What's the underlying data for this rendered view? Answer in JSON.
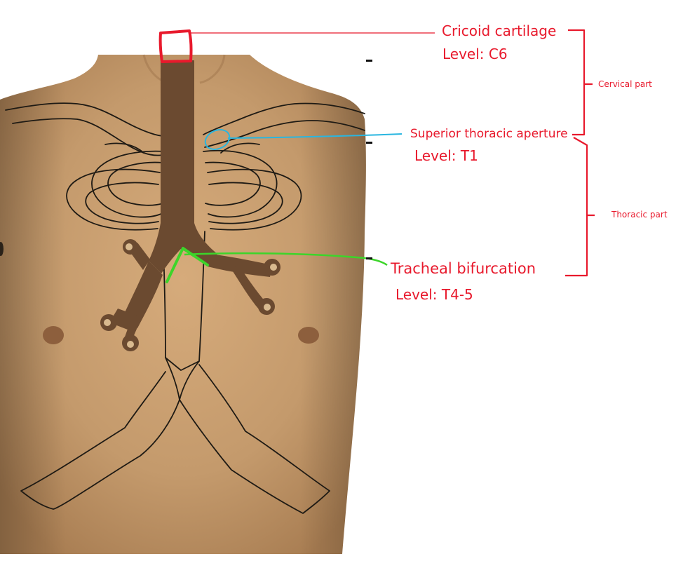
{
  "colors": {
    "annotation_red": "#e8192c",
    "aperture_blue": "#29b6e0",
    "bifurcation_green": "#3cd52a",
    "trachea_brown": "#6b4a30",
    "skin": "#c49a6c",
    "skin_shadow": "#a87d52",
    "outline": "#1e1a14"
  },
  "annotations": {
    "cricoid": {
      "name": "Cricoid cartilage",
      "level": "Level: C6"
    },
    "aperture": {
      "name": "Superior thoracic aperture",
      "level": "Level: T1"
    },
    "bifurcation": {
      "name": "Tracheal bifurcation",
      "level": "Level: T4-5"
    }
  },
  "parts": {
    "cervical": "Cervical part",
    "thoracic": "Thoracic part"
  },
  "icons": {
    "cricoid_marker": "red-square-outline-icon",
    "aperture_marker": "blue-ellipse-outline-icon",
    "bifurcation_marker": "green-angle-icon",
    "level_tick": "vertebral-level-tick-icon",
    "part_bracket": "red-bracket-icon"
  }
}
